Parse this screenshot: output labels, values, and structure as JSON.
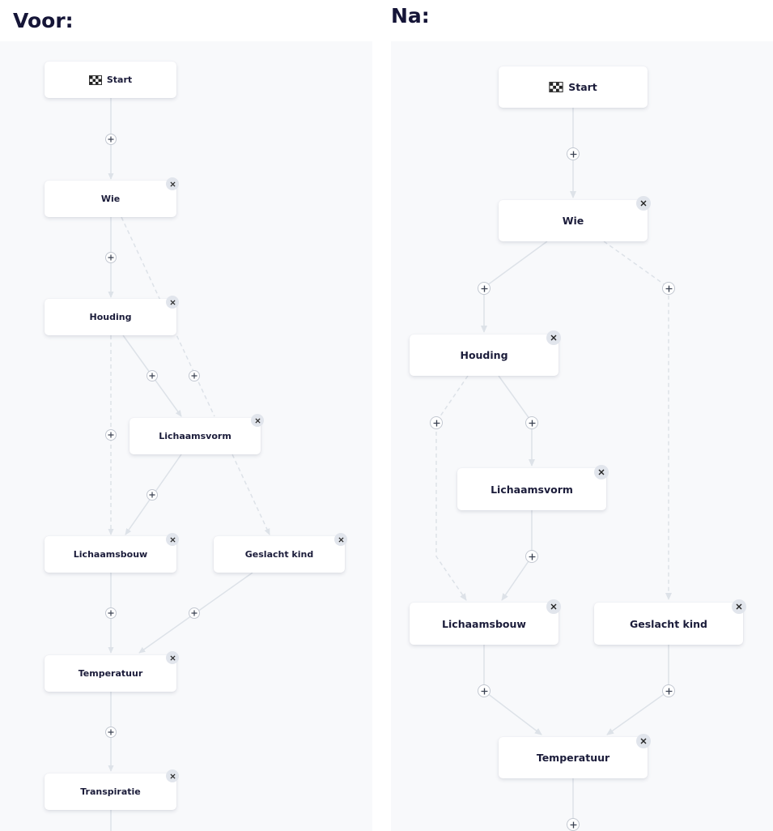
{
  "headings": {
    "before": "Voor:",
    "after": "Na:"
  },
  "nodes": {
    "start": "Start",
    "wie": "Wie",
    "houding": "Houding",
    "lichaamsvorm": "Lichaamsvorm",
    "lichaamsbouw": "Lichaamsbouw",
    "geslacht_kind": "Geslacht kind",
    "temperatuur": "Temperatuur",
    "transpiratie": "Transpiratie"
  },
  "icons": {
    "start": "checkered-flag-icon",
    "remove": "close-icon",
    "add": "plus-icon"
  },
  "colors": {
    "panel_background": "#f8f9fb",
    "edge": "#dde2e8",
    "text": "#1b1c3a"
  }
}
